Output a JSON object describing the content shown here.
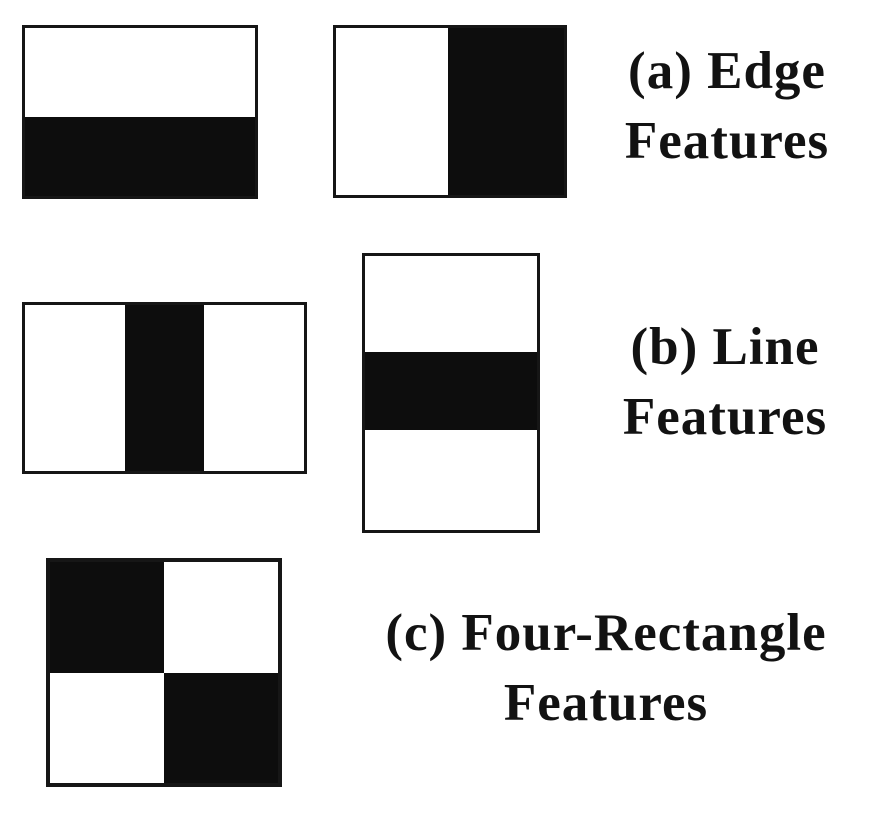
{
  "figure": {
    "description": "Haar-like rectangle feature prototypes",
    "palette": {
      "black": "#0d0d0d",
      "white": "#ffffff",
      "border": "#161616",
      "background": "#ffffff",
      "text": "#121212"
    },
    "labels": {
      "a": {
        "line1": "(a) Edge",
        "line2": "Features"
      },
      "b": {
        "line1": "(b) Line",
        "line2": "Features"
      },
      "c": {
        "line1": "(c) Four-Rectangle",
        "line2": "Features"
      }
    },
    "features": {
      "a1": {
        "name": "horizontal edge feature (white top, black bottom)",
        "direction": "column",
        "cells": [
          "white",
          "black"
        ],
        "weights": [
          92,
          82
        ]
      },
      "a2": {
        "name": "vertical edge feature (white left, black right)",
        "direction": "row",
        "cells": [
          "white",
          "black"
        ],
        "weights": [
          115,
          119
        ]
      },
      "b1": {
        "name": "vertical line feature (white-black-white columns)",
        "direction": "row",
        "cells": [
          "white",
          "black",
          "white"
        ],
        "weights": [
          102,
          81,
          102
        ]
      },
      "b2": {
        "name": "horizontal line feature (white-black-white rows)",
        "direction": "column",
        "cells": [
          "white",
          "black",
          "white"
        ],
        "weights": [
          98,
          80,
          102
        ]
      },
      "c1": {
        "name": "four-rectangle checkerboard feature",
        "grid": [
          [
            "black",
            "white"
          ],
          [
            "white",
            "black"
          ]
        ]
      }
    }
  }
}
